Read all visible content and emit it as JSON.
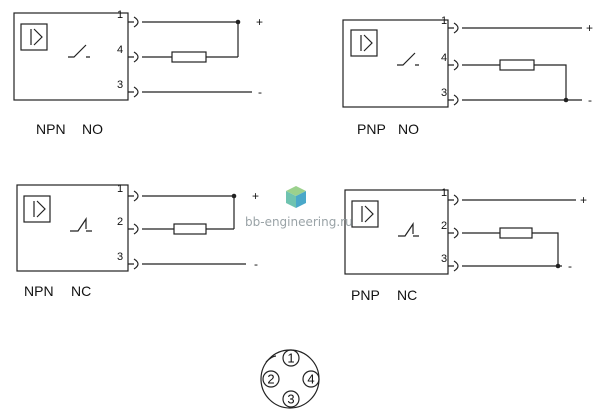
{
  "diagrams": [
    {
      "type": "NPN",
      "contact": "NO",
      "pins": [
        "1",
        "4",
        "3"
      ],
      "supply": [
        "+",
        "-"
      ]
    },
    {
      "type": "PNP",
      "contact": "NO",
      "pins": [
        "1",
        "4",
        "3"
      ],
      "supply": [
        "+",
        "-"
      ]
    },
    {
      "type": "NPN",
      "contact": "NC",
      "pins": [
        "1",
        "2",
        "3"
      ],
      "supply": [
        "+",
        "-"
      ]
    },
    {
      "type": "PNP",
      "contact": "NC",
      "pins": [
        "1",
        "2",
        "3"
      ],
      "supply": [
        "+",
        "-"
      ]
    }
  ],
  "watermark": "bb-engineering.ru",
  "connector": {
    "pins": [
      "1",
      "2",
      "3",
      "4"
    ]
  },
  "colors": {
    "line": "#222222",
    "watermark": "#9aa3a7",
    "logo": [
      "#6fc3b0",
      "#4aa8c9",
      "#9bd18d"
    ]
  }
}
